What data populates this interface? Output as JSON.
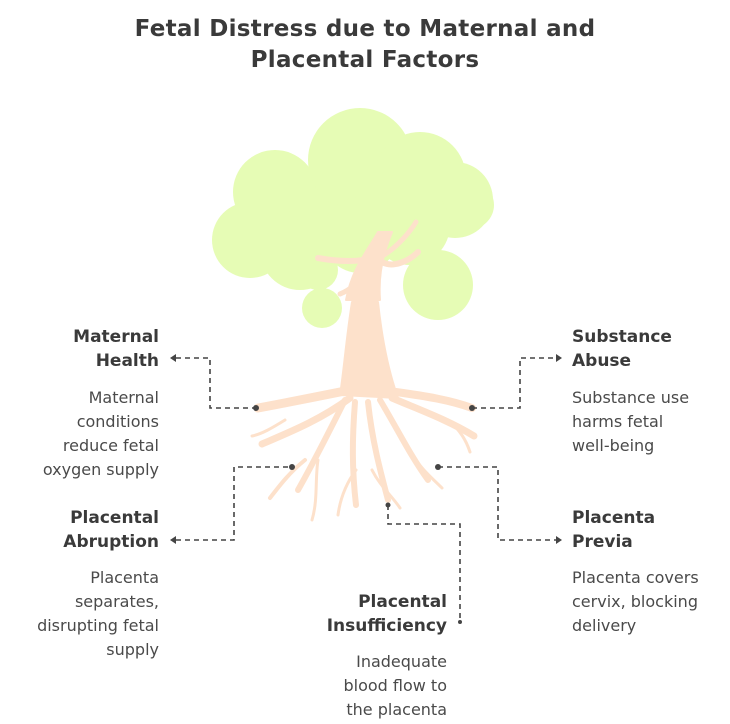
{
  "title": {
    "line1": "Fetal Distress due to Maternal and",
    "line2": "Placental Factors"
  },
  "factors": {
    "maternal_health": {
      "label": [
        "Maternal",
        "Health"
      ],
      "desc": [
        "Maternal",
        "conditions",
        "reduce fetal",
        "oxygen supply"
      ]
    },
    "placental_abruption": {
      "label": [
        "Placental",
        "Abruption"
      ],
      "desc": [
        "Placenta",
        "separates,",
        "disrupting fetal",
        "supply"
      ]
    },
    "placental_insufficiency": {
      "label": [
        "Placental",
        "Insufficiency"
      ],
      "desc": [
        "Inadequate",
        "blood flow to",
        "the placenta"
      ]
    },
    "substance_abuse": {
      "label": [
        "Substance",
        "Abuse"
      ],
      "desc": [
        "Substance use",
        "harms fetal",
        "well-being"
      ]
    },
    "placenta_previa": {
      "label": [
        "Placenta",
        "Previa"
      ],
      "desc": [
        "Placenta covers",
        "cervix, blocking",
        "delivery"
      ]
    }
  },
  "colors": {
    "foliage": "#e6fcb5",
    "trunk": "#fde1cb",
    "connector": "#444444",
    "text": "#3a3a3a"
  },
  "icons": [
    "tree-illustration"
  ]
}
